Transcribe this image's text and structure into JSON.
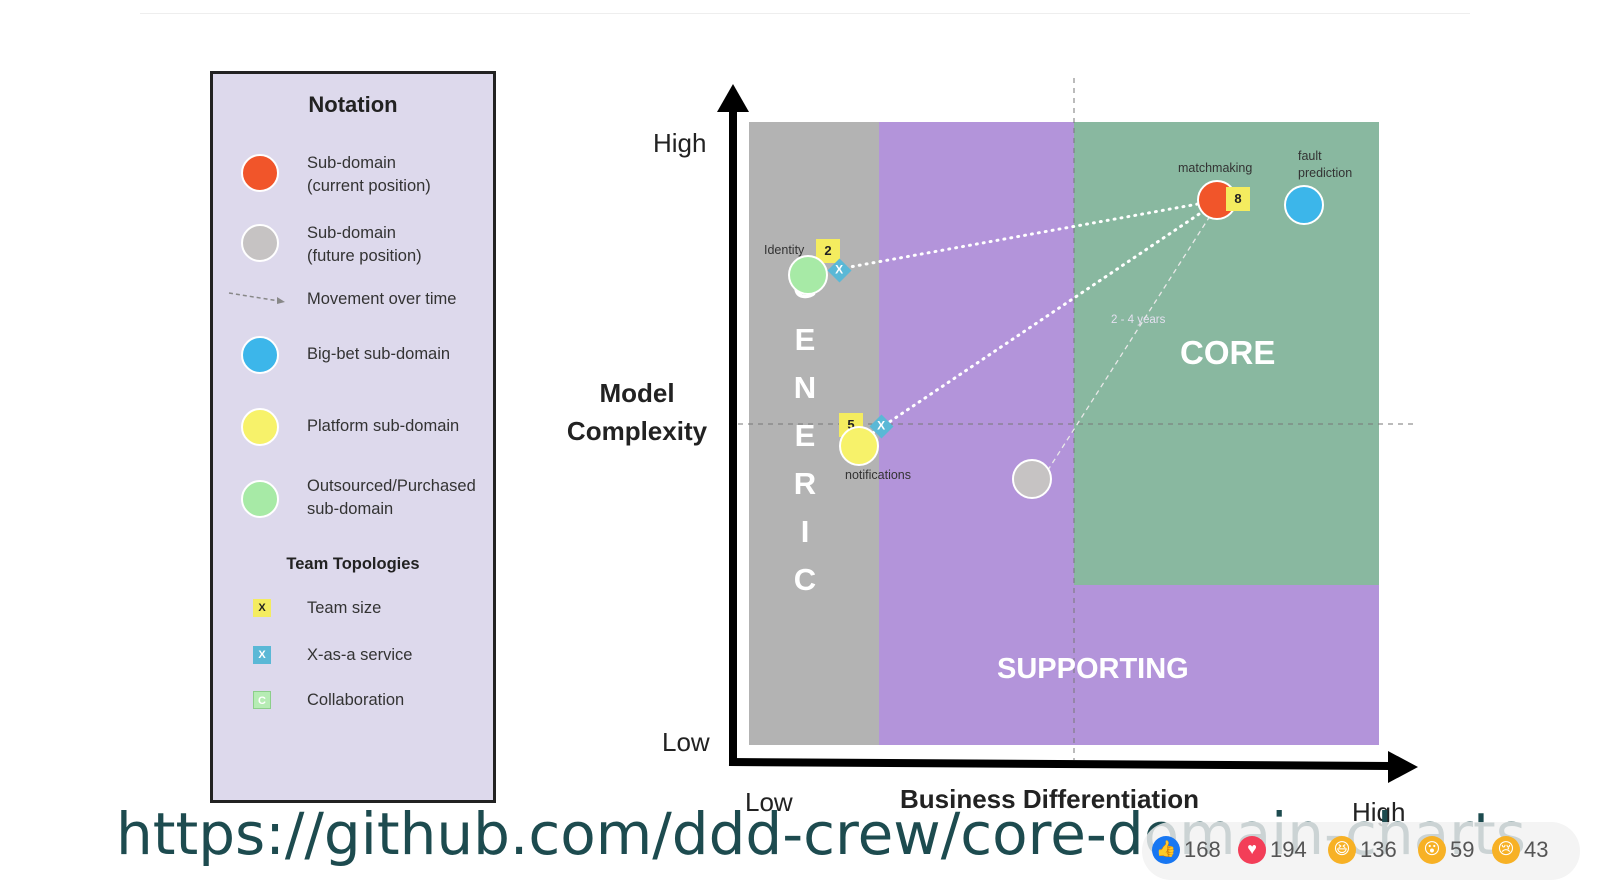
{
  "legend": {
    "title": "Notation",
    "items": [
      {
        "line1": "Sub-domain",
        "line2": "(current position)",
        "color": "#f1552a",
        "icon": "orange-circle"
      },
      {
        "line1": "Sub-domain",
        "line2": "(future position)",
        "color": "#c6c3c3",
        "icon": "grey-circle"
      },
      {
        "line1": "Movement over time",
        "icon": "dashed-arrow"
      },
      {
        "line1": "Big-bet sub-domain",
        "color": "#3cb6ea",
        "icon": "blue-circle"
      },
      {
        "line1": "Platform sub-domain",
        "color": "#f7f26a",
        "icon": "yellow-circle"
      },
      {
        "line1": "Outsourced/Purchased",
        "line2": "sub-domain",
        "color": "#a7eaa6",
        "icon": "green-circle"
      }
    ],
    "topologies_title": "Team Topologies",
    "topologies": [
      {
        "symbol": "X",
        "label": "Team size",
        "color": "#f4ec5f",
        "icon": "team-size-square"
      },
      {
        "symbol": "X",
        "label": "X-as-a service",
        "color": "#5ab8d6",
        "icon": "xaas-square"
      },
      {
        "symbol": "C",
        "label": "Collaboration",
        "color": "#b6ecb4",
        "icon": "collaboration-square"
      }
    ]
  },
  "chart": {
    "y_axis": {
      "title_line1": "Model",
      "title_line2": "Complexity",
      "high": "High",
      "low": "Low"
    },
    "x_axis": {
      "title": "Business Differentiation",
      "low": "Low",
      "high": "High"
    },
    "regions": {
      "generic": [
        "G",
        "E",
        "N",
        "E",
        "R",
        "I",
        "C"
      ],
      "core": "CORE",
      "supporting": "SUPPORTING"
    },
    "region_colors": {
      "generic": "#b3b3b3",
      "supporting": "#b394da",
      "core": "#89b8a0"
    },
    "subdomains": {
      "identity": {
        "label": "Identity",
        "team_size": "2",
        "xaas": "X"
      },
      "notifications": {
        "label": "notifications",
        "team_size": "5",
        "xaas": "X"
      },
      "matchmaking": {
        "label": "matchmaking",
        "team_size": "8"
      },
      "fault_prediction": {
        "line1": "fault",
        "line2": "prediction"
      }
    },
    "movement_label": "2 - 4 years"
  },
  "footer": {
    "url": "https://github.com/ddd-crew/core-domain-charts",
    "reactions": [
      {
        "icon": "like-icon",
        "count": "168",
        "color": "#1877f2"
      },
      {
        "icon": "love-icon",
        "count": "194",
        "color": "#f33e58"
      },
      {
        "icon": "haha-icon",
        "count": "136",
        "color": "#f7b125"
      },
      {
        "icon": "wow-icon",
        "count": "59",
        "color": "#f7b125"
      },
      {
        "icon": "sad-icon",
        "count": "43",
        "color": "#f7b125"
      }
    ]
  }
}
